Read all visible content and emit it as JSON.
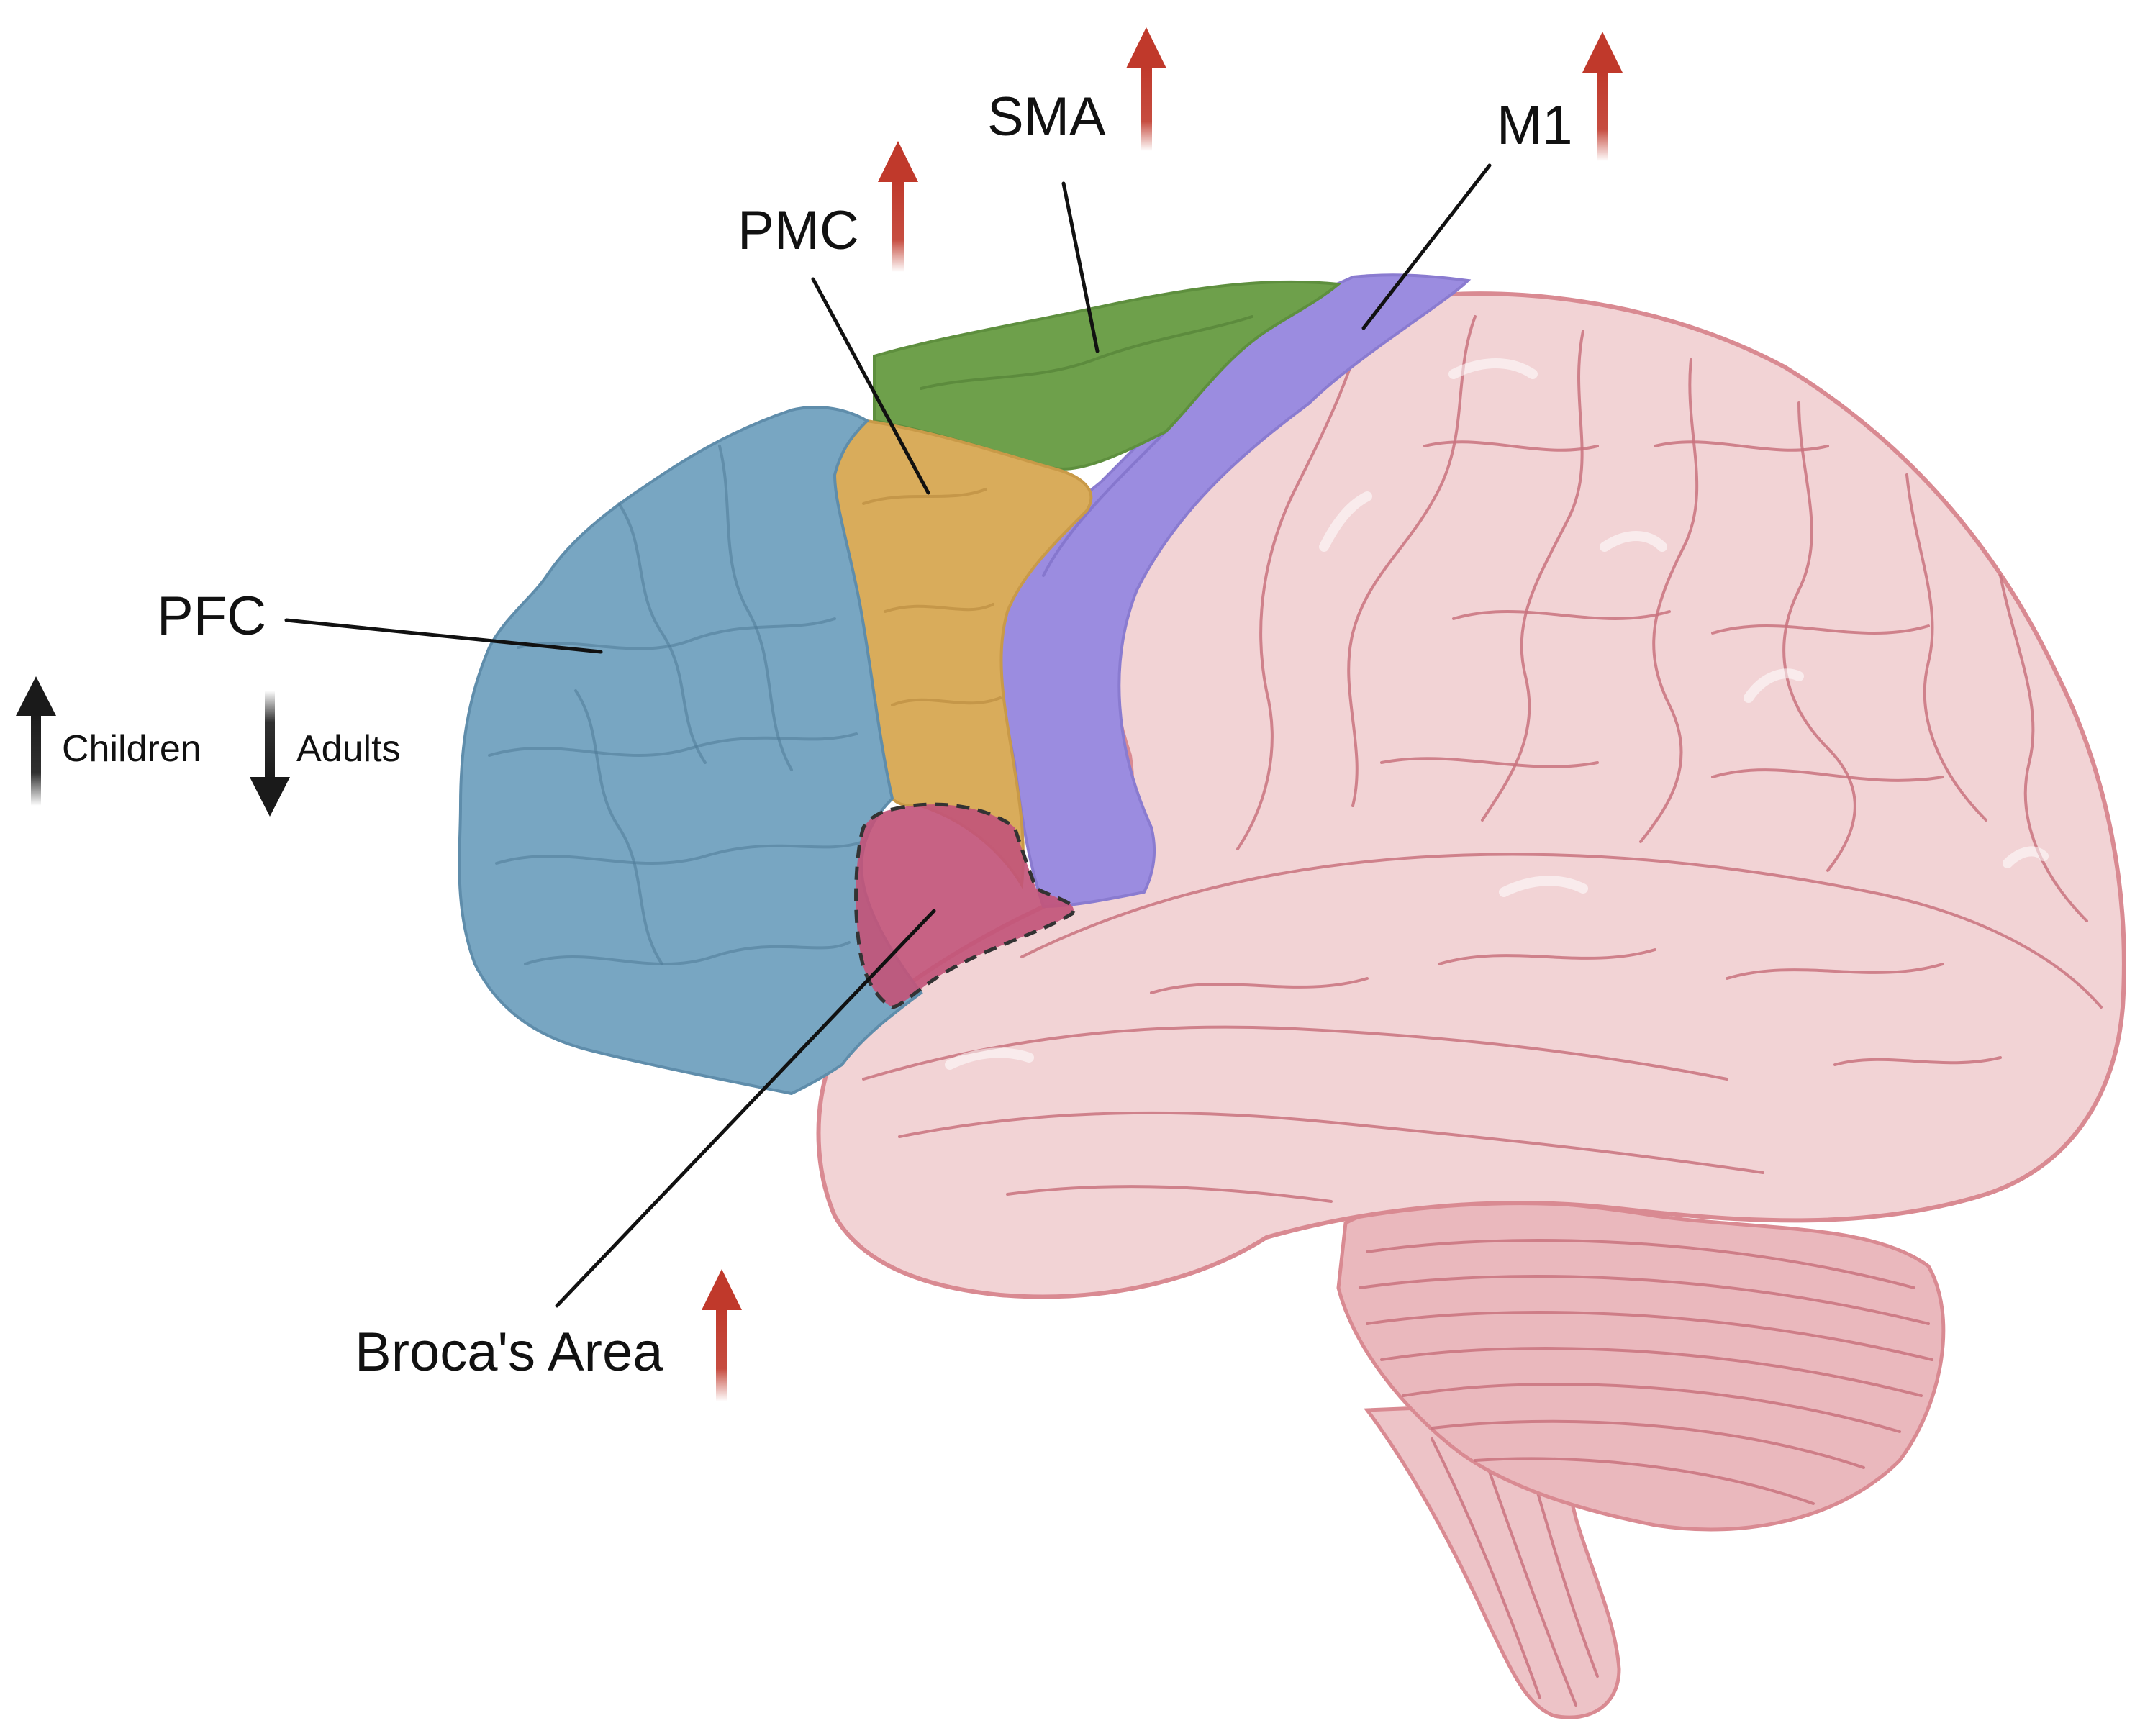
{
  "labels": {
    "sma": "SMA",
    "m1": "M1",
    "pmc": "PMC",
    "pfc": "PFC",
    "broca": "Broca's Area"
  },
  "legend": {
    "children": "Children",
    "adults": "Adults"
  },
  "colors": {
    "pfc": "#78a6c2",
    "pmc": "#d9ac5b",
    "sma": "#6ea04b",
    "m1": "#9b8ce0",
    "broca": "#c2557a",
    "brain": "#f2d3d5",
    "brain_outline": "#d98a92",
    "cerebellum": "#eab8bd",
    "increase_arrow": "#c0392b",
    "legend_arrow": "#1a1a1a"
  },
  "arrows": {
    "sma": "up",
    "m1": "up",
    "pmc": "up",
    "broca": "up",
    "children": "up",
    "adults": "down"
  }
}
